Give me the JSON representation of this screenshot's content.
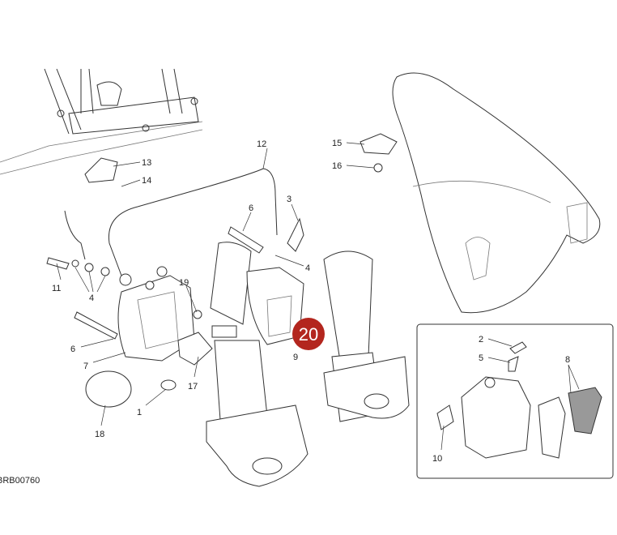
{
  "diagram": {
    "drawing_code": "BRB00760",
    "page_badge": "20",
    "badge_color": "#b3261e",
    "callouts": {
      "c1": "1",
      "c2": "2",
      "c3": "3",
      "c4a": "4",
      "c4b": "4",
      "c5": "5",
      "c6a": "6",
      "c6b": "6",
      "c7": "7",
      "c8": "8",
      "c9": "9",
      "c10": "10",
      "c11": "11",
      "c12": "12",
      "c13": "13",
      "c14": "14",
      "c15": "15",
      "c16": "16",
      "c17": "17",
      "c18": "18",
      "c19": "19"
    }
  }
}
